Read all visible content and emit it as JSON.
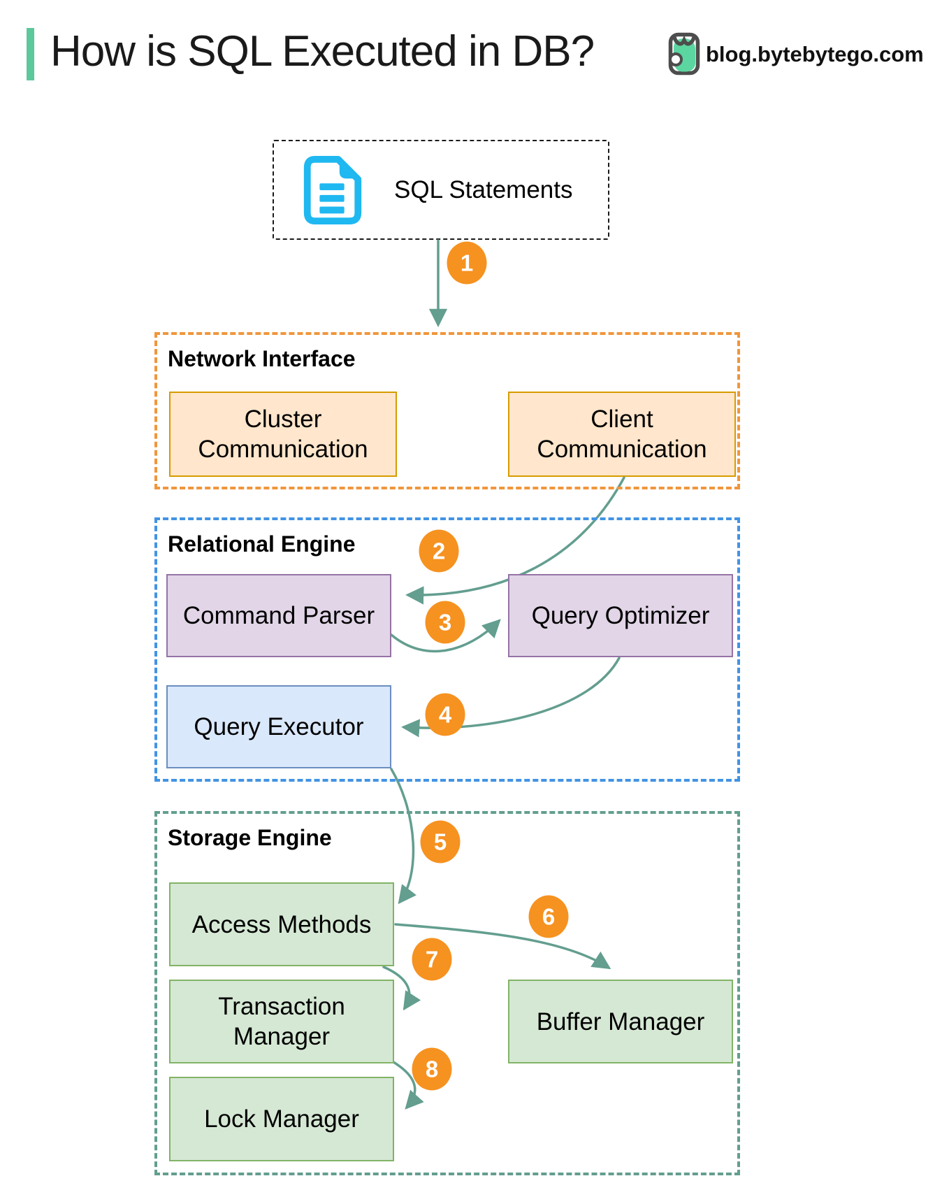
{
  "header": {
    "title": "How is SQL Executed in DB?",
    "site": "blog.bytebytego.com"
  },
  "sql_statements": {
    "label": "SQL Statements"
  },
  "steps": [
    "1",
    "2",
    "3",
    "4",
    "5",
    "6",
    "7",
    "8"
  ],
  "sections": {
    "network": {
      "title": "Network Interface",
      "nodes": {
        "cluster": {
          "line1": "Cluster",
          "line2": "Communication"
        },
        "client": {
          "line1": "Client",
          "line2": "Communication"
        }
      }
    },
    "relational": {
      "title": "Relational Engine",
      "nodes": {
        "parser": {
          "label": "Command Parser"
        },
        "optimizer": {
          "label": "Query Optimizer"
        },
        "executor": {
          "label": "Query Executor"
        }
      }
    },
    "storage": {
      "title": "Storage Engine",
      "nodes": {
        "access": {
          "label": "Access Methods"
        },
        "transaction": {
          "line1": "Transaction",
          "line2": "Manager"
        },
        "lock": {
          "label": "Lock Manager"
        },
        "buffer": {
          "label": "Buffer Manager"
        }
      }
    }
  },
  "palette": {
    "accent_green": "#5CC89C",
    "arrow_teal": "#639E8F",
    "badge_orange": "#F69220",
    "network_border_orange": "#F0963C",
    "relational_border_blue": "#4293E4",
    "storage_border_teal": "#639E8F",
    "node_peach_fill": "#FFE6CC",
    "node_peach_border": "#D79B00",
    "node_purple_fill": "#E1D5E7",
    "node_purple_border": "#9673A6",
    "node_blue_fill": "#DAE8FC",
    "node_blue_border": "#6C8EBF",
    "node_green_fill": "#D5E8D4",
    "node_green_border": "#82B366",
    "document_icon_cyan": "#1FB8F1",
    "sql_box_dash": "#1a1a1a"
  }
}
